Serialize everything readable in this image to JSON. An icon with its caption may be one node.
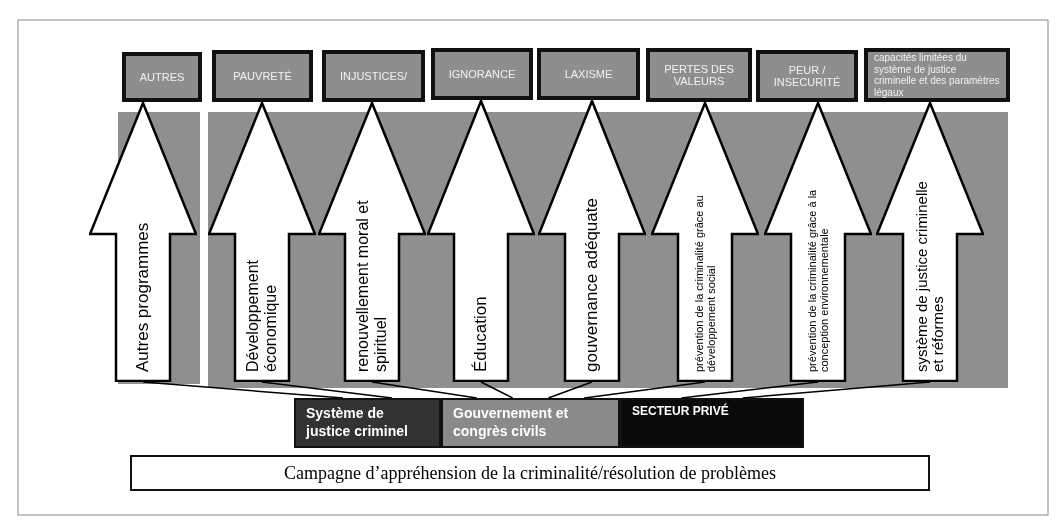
{
  "diagram": {
    "nodes": [
      {
        "text": [
          "AUTRES"
        ]
      },
      {
        "text": [
          "PAUVRETÉ"
        ]
      },
      {
        "text": [
          "INJUSTICES/"
        ]
      },
      {
        "text": [
          "IGNORANCE"
        ]
      },
      {
        "text": [
          "LAXISME"
        ]
      },
      {
        "text": [
          "PERTES DES VALEURS"
        ]
      },
      {
        "text": [
          "PEUR / INSECURITÉ"
        ]
      },
      {
        "text": [
          "capacités limitées du système de justice criminelle et des paramètres légaux"
        ]
      },
      {
        "text": [
          "Autres programmes"
        ]
      },
      {
        "text": [
          "Développement économique"
        ]
      },
      {
        "text": [
          "renouvellement moral et spirituel"
        ]
      },
      {
        "text": [
          "Éducation"
        ]
      },
      {
        "text": [
          "gouvernance adéquate"
        ]
      },
      {
        "text": [
          "prévention de la criminalité grâce au développement social"
        ]
      },
      {
        "text": [
          "prévention de la criminalité grâce à la conception environnementale"
        ]
      },
      {
        "text": [
          "système de justice criminelle et réformes"
        ]
      },
      {
        "text": [
          "Système de justice criminel"
        ]
      },
      {
        "text": [
          "Gouvernement et congrès civils"
        ]
      },
      {
        "text": [
          "SECTEUR PRIVÉ"
        ]
      },
      {
        "text": [
          "Campagne d’appréhension de la criminalité/résolution de problèmes"
        ]
      }
    ],
    "edges": [
      {
        "from": 8,
        "to": 16,
        "arrow": "none"
      },
      {
        "from": 9,
        "to": 16,
        "arrow": "none"
      },
      {
        "from": 10,
        "to": 17,
        "arrow": "none"
      },
      {
        "from": 11,
        "to": 17,
        "arrow": "none"
      },
      {
        "from": 12,
        "to": 17,
        "arrow": "none"
      },
      {
        "from": 13,
        "to": 17,
        "arrow": "none"
      },
      {
        "from": 14,
        "to": 18,
        "arrow": "none"
      },
      {
        "from": 15,
        "to": 18,
        "arrow": "none"
      },
      {
        "from": 8,
        "to": 0,
        "arrow": "to"
      },
      {
        "from": 9,
        "to": 1,
        "arrow": "to"
      },
      {
        "from": 10,
        "to": 2,
        "arrow": "to"
      },
      {
        "from": 11,
        "to": 3,
        "arrow": "to"
      },
      {
        "from": 12,
        "to": 4,
        "arrow": "to"
      },
      {
        "from": 13,
        "to": 5,
        "arrow": "to"
      },
      {
        "from": 14,
        "to": 6,
        "arrow": "to"
      },
      {
        "from": 15,
        "to": 7,
        "arrow": "to"
      }
    ]
  }
}
